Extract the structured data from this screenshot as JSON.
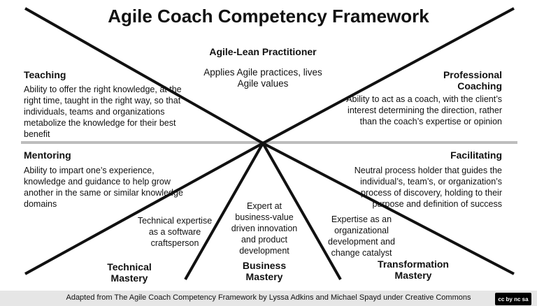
{
  "title": "Agile Coach Competency Framework",
  "center": {
    "heading": "Agile-Lean Practitioner",
    "text": "Applies Agile practices, lives Agile values"
  },
  "teaching": {
    "heading": "Teaching",
    "text": "Ability to offer the right knowledge, at the right time, taught in the right way, so that individuals, teams and organizations metabolize the knowledge for their best benefit"
  },
  "professional_coaching": {
    "heading": "Professional Coaching",
    "text": "Ability to act as a coach, with the client’s interest determining the direction, rather than the coach’s expertise or opinion"
  },
  "mentoring": {
    "heading": "Mentoring",
    "text": "Ability to impart one’s experience, knowledge and guidance to help grow another in the same or similar knowledge domains"
  },
  "facilitating": {
    "heading": "Facilitating",
    "text": "Neutral process holder that guides the individual’s, team’s, or organization’s process of discovery, holding to their purpose and definition of success"
  },
  "technical": {
    "heading": "Technical Mastery",
    "text": "Technical expertise as a software craftsperson"
  },
  "business": {
    "heading": "Business Mastery",
    "text": "Expert at business-value driven innovation and product development"
  },
  "transformation": {
    "heading": "Transformation Mastery",
    "text": "Expertise as an organizational development and change catalyst"
  },
  "footer": {
    "text": "Adapted from The Agile Coach Competency Framework by Lyssa Adkins and Michael Spayd under Creative Commons",
    "license_badge": "cc by nc sa"
  }
}
